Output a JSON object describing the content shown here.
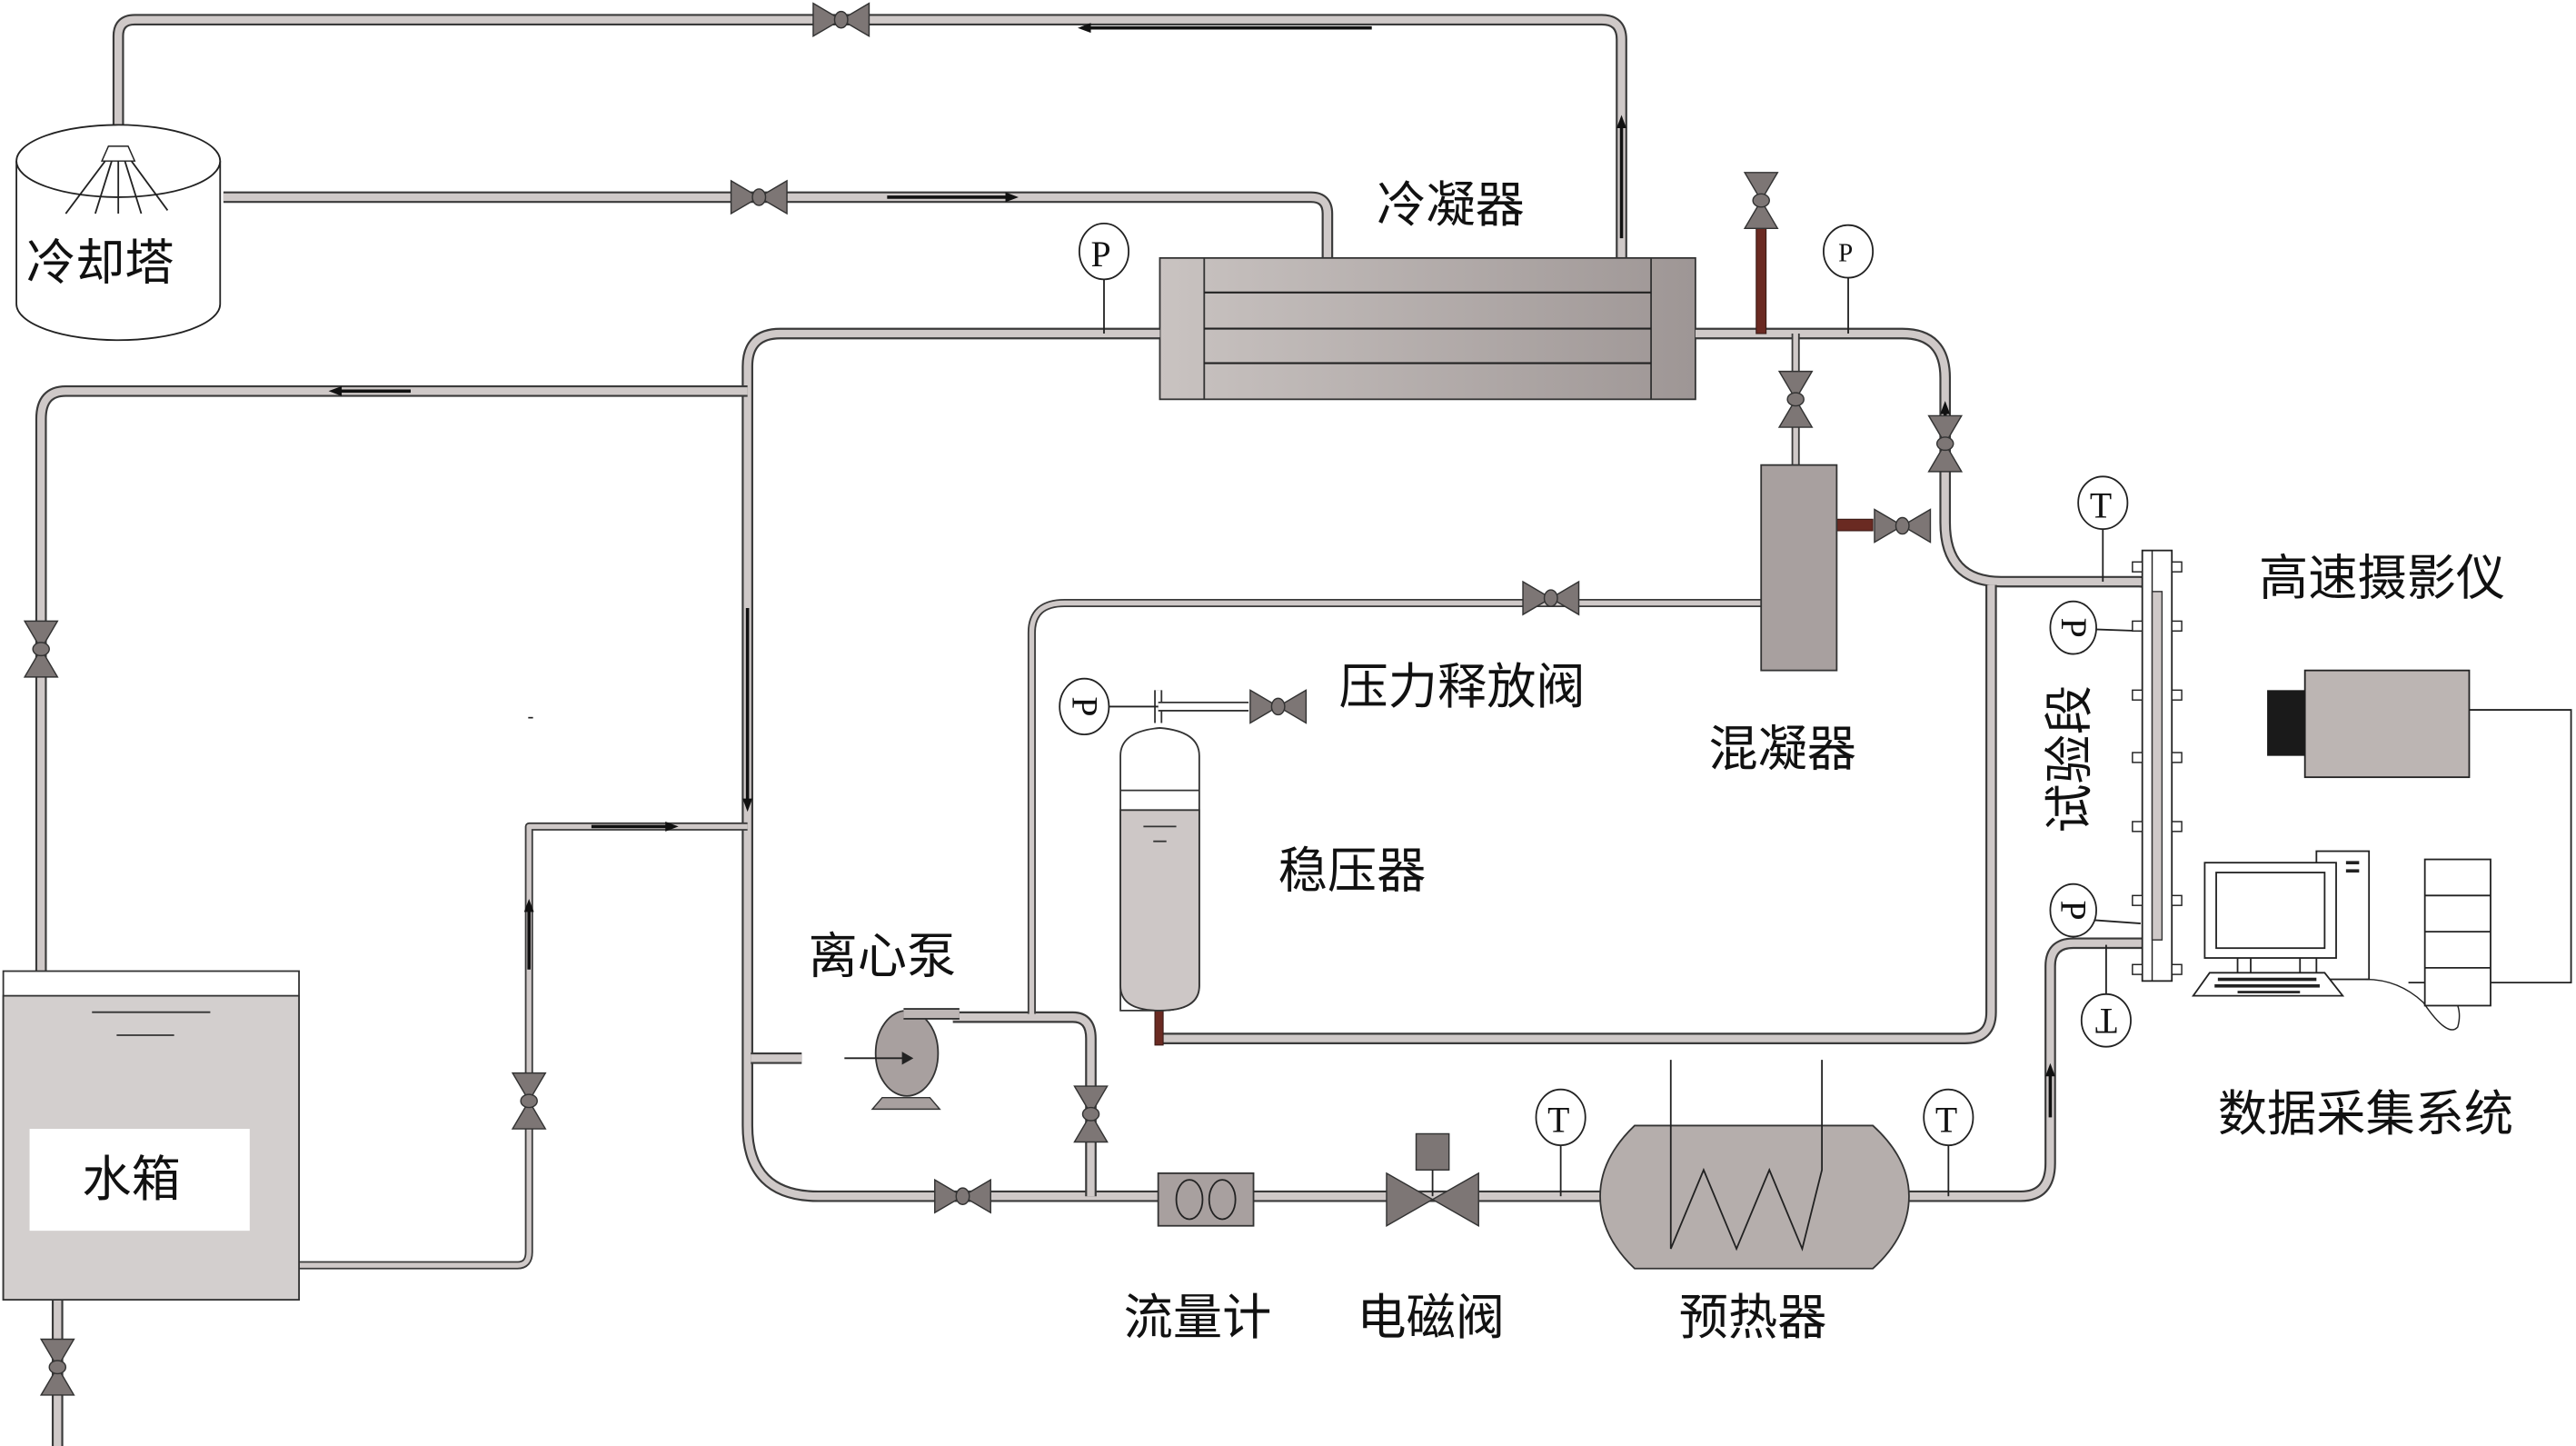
{
  "title": "Experimental loop schematic",
  "colors": {
    "pipe_fill": "#cfc9c8",
    "pipe_edge": "#3a3a3a",
    "equipment_fill": "#a8a09f",
    "valve_fill": "#7d7675",
    "red_pipe": "#6a2a22",
    "water_tank_fill": "#d3cfce",
    "camera_lens": "#1a1a1a"
  },
  "components": {
    "cooling_tower": "冷却塔",
    "condenser": "冷凝器",
    "mixer_condenser": "混凝器",
    "relief_valve": "压力释放阀",
    "pressurizer": "稳压器",
    "centrifugal_pump": "离心泵",
    "water_tank": "水箱",
    "flowmeter": "流量计",
    "solenoid_valve": "电磁阀",
    "preheater": "预热器",
    "test_section": "试验段",
    "high_speed_camera": "高速摄影仪",
    "data_acquisition": "数据采集系统"
  },
  "gauges": {
    "pressure": "P",
    "temperature": "T"
  },
  "stray_mark": "-"
}
